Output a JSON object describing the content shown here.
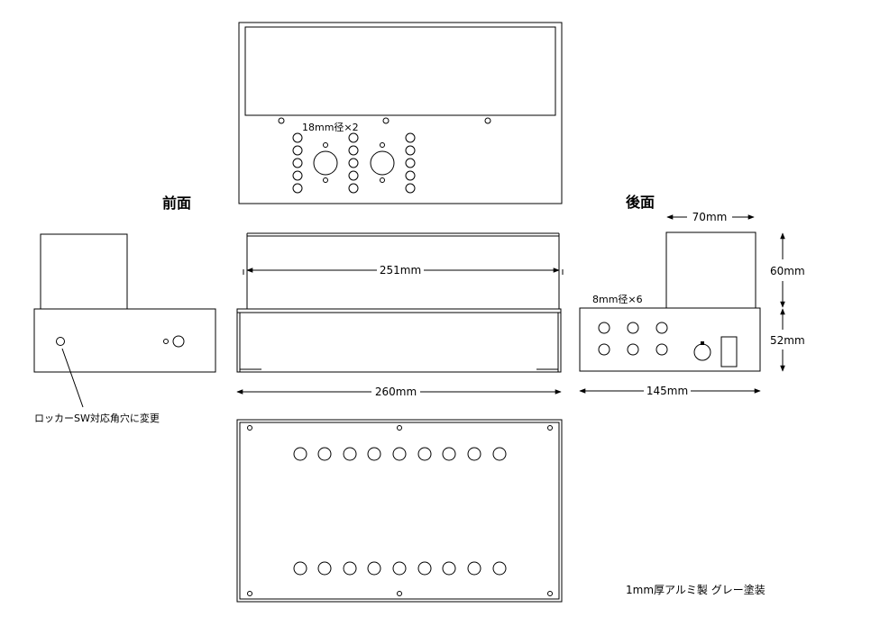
{
  "labels": {
    "front": "前面",
    "back": "後面",
    "hole18": "18mm径×2",
    "hole8": "8mm径×6",
    "rocker_note": "ロッカーSW対応角穴に変更",
    "material": "1mm厚アルミ製 グレー塗装"
  },
  "dimensions": {
    "inner_width": "251mm",
    "overall_width": "260mm",
    "depth": "145mm",
    "upper_width": "70mm",
    "upper_height": "60mm",
    "lower_height": "52mm"
  }
}
